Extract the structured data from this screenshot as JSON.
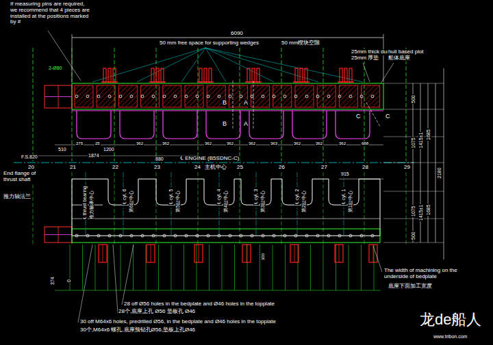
{
  "diagram": {
    "labels": [
      "If measuring pins are required, we recommend that 4 pieces are installed at the positions marked by #",
      "2-Ø80",
      "6090",
      "50 mm free space for supporting wedges",
      "50 mm楔块空隙",
      "25mm thick dummies",
      "25mm 厚垫",
      "hull based plot",
      "船体底座",
      "B",
      "A",
      "B",
      "A",
      "C",
      "C",
      "275",
      "25",
      "362",
      "362",
      "362",
      "362",
      "362",
      "363",
      "362",
      "362",
      "362",
      "688",
      "1200",
      "510",
      "1874",
      "880",
      "F.S.820",
      "20",
      "21",
      "22",
      "23",
      "24",
      "25",
      "26",
      "27",
      "28",
      "29",
      "℄ ENGINE (B5SDNC-C)",
      "主机中心",
      "End flange of thrust shaft",
      "推力轴法兰",
      "915",
      "500",
      "1075",
      "1415±1",
      "1685",
      "2180",
      "1415±1",
      "1685",
      "1075",
      "500",
      "℄ thrust bearing",
      "推力轴承中心",
      "℄ cyl. 6",
      "第6缸中心",
      "℄ cyl. 5",
      "第5缸中心",
      "℄ cyl. 4",
      "第4缸中心",
      "℄ cyl. 3",
      "第3缸中心",
      "℄ cyl. 2",
      "第2缸中心",
      "℄ cyl. 1",
      "第1缸中心",
      "The width of machining on the underside of bedplate",
      "底座下面加工宽度",
      "374",
      "0",
      "300",
      "28 off Ø56 holes in the bedplate and Ø46 holes in the topplate",
      "28个,底座上孔 Ø56 垫板孔 Ø46",
      "30 off M64x6 holes, predrilled Ø56, in the bedplate and Ø46 holes in the topplate",
      "30个,M64x6 螺孔,底座预钻孔Ø56,垫板上孔Ø46",
      "龙de船人",
      "www.tribon.com"
    ]
  }
}
